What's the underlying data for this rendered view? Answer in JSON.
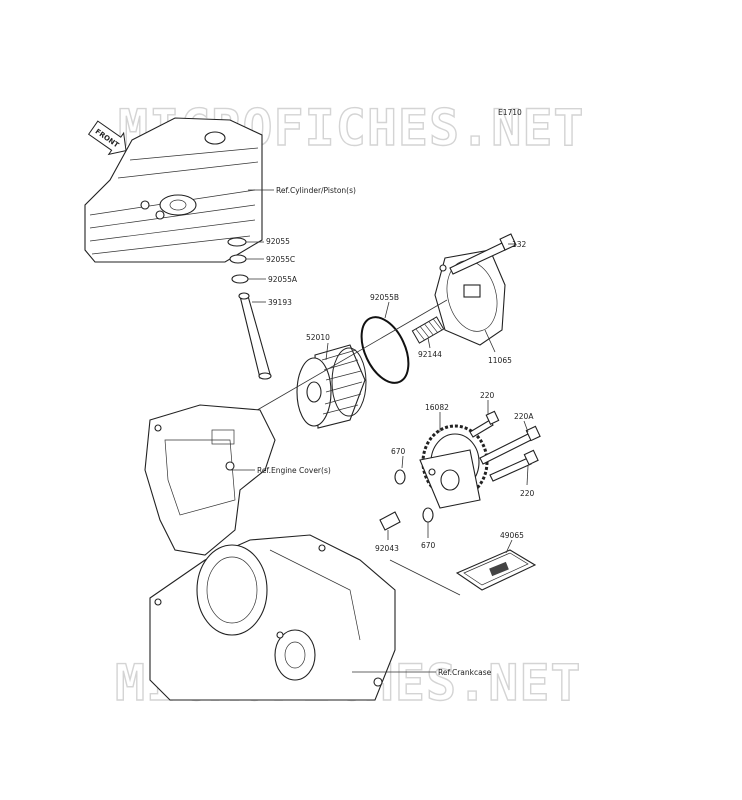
{
  "diagram_id": "E1710",
  "watermark_top": "MICROFICHES.NET",
  "watermark_bottom": "MICROFICHES.NET",
  "front_arrow_text": "FRONT",
  "refs": {
    "cylinder": "Ref.Cylinder/Piston(s)",
    "engine_cover": "Ref.Engine Cover(s)",
    "crankcase": "Ref.Crankcase"
  },
  "parts": {
    "p92055": "92055",
    "p92055C": "92055C",
    "p92055A": "92055A",
    "p39193": "39193",
    "p132": "132",
    "p92055B": "92055B",
    "p52010": "52010",
    "p92144": "92144",
    "p11065": "11065",
    "p16082": "16082",
    "p220_top": "220",
    "p220A": "220A",
    "p670_a": "670",
    "p220_bottom": "220",
    "p92043": "92043",
    "p670_b": "670",
    "p49065": "49065"
  }
}
